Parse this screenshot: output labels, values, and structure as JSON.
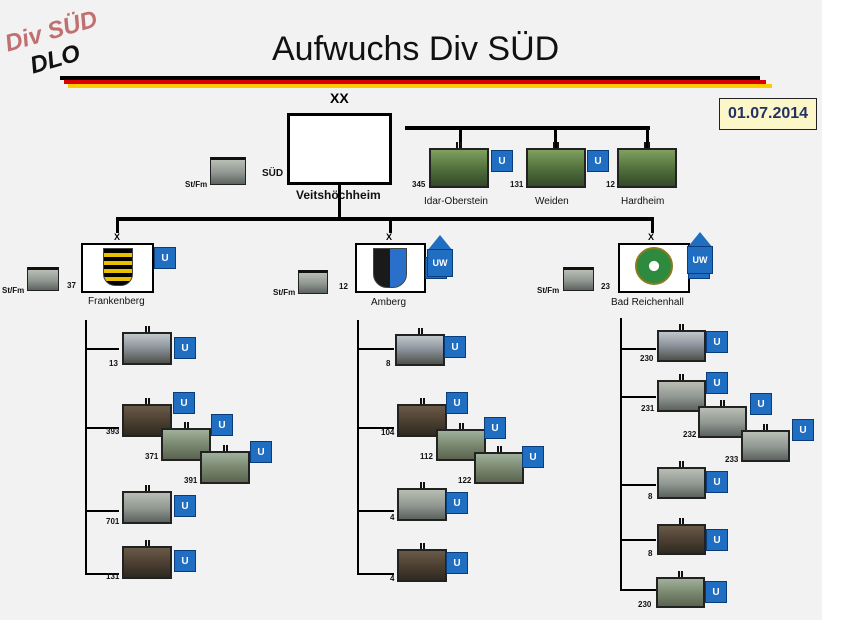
{
  "title": "Aufwuchs Div SÜD",
  "logo": {
    "line1": "Div SÜD",
    "line2": "DLO"
  },
  "date": "01.07.2014",
  "top_unit": {
    "echelon": "XX",
    "prefix": "SÜD",
    "name": "Veitshöchheim",
    "hq_label": "St/Fm"
  },
  "div_troops": [
    {
      "number": "345",
      "name": "Idar-Oberstein",
      "badge": "U"
    },
    {
      "number": "131",
      "name": "Weiden",
      "badge": "U"
    },
    {
      "number": "12",
      "name": "Hardheim"
    }
  ],
  "brigades": [
    {
      "echelon": "X",
      "number": "37",
      "name": "Frankenberg",
      "hq_label": "St/Fm",
      "badge": "U",
      "battalions": [
        {
          "number": "13",
          "badge": "U"
        },
        {
          "number": "393",
          "badge": "U"
        },
        {
          "number": "371",
          "badge": "U"
        },
        {
          "number": "391",
          "badge": "U"
        },
        {
          "number": "701",
          "badge": "U"
        },
        {
          "number": "131",
          "badge": "U"
        }
      ]
    },
    {
      "echelon": "X",
      "number": "12",
      "name": "Amberg",
      "hq_label": "St/Fm",
      "badge": "U",
      "uw_badge": "UW",
      "battalions": [
        {
          "number": "8",
          "badge": "U"
        },
        {
          "number": "104",
          "badge": "U"
        },
        {
          "number": "112",
          "badge": "U"
        },
        {
          "number": "122",
          "badge": "U"
        },
        {
          "number": "4",
          "badge": "U"
        },
        {
          "number": "4",
          "badge": "U"
        }
      ]
    },
    {
      "echelon": "X",
      "number": "23",
      "name": "Bad Reichenhall",
      "hq_label": "St/Fm",
      "badge": "U",
      "uw_badge": "UW",
      "battalions": [
        {
          "number": "230",
          "badge": "U"
        },
        {
          "number": "231",
          "badge": "U"
        },
        {
          "number": "232",
          "badge": "U"
        },
        {
          "number": "233",
          "badge": "U"
        },
        {
          "number": "8",
          "badge": "U"
        },
        {
          "number": "8",
          "badge": "U"
        },
        {
          "number": "230",
          "badge": "U"
        }
      ]
    }
  ],
  "colors": {
    "badge_blue": "#1f6ec2",
    "flag_black": "#000000",
    "flag_red": "#dd0000",
    "flag_gold": "#ffcc00",
    "date_bg": "#fbf7c8"
  },
  "icons": [
    "echelon-xx",
    "echelon-x",
    "echelon-ii",
    "vehicle-photo",
    "coat-of-arms-saxony",
    "coat-of-arms-bavaria",
    "edelweiss-emblem"
  ]
}
